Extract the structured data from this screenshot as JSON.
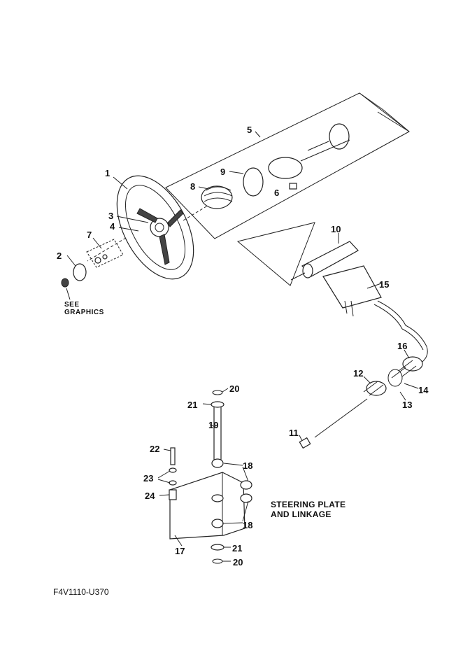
{
  "diagram": {
    "title": "STEERING PLATE AND LINKAGE",
    "title_lines": [
      "STEERING PLATE",
      "AND LINKAGE"
    ],
    "note_lines": [
      "SEE",
      "GRAPHICS"
    ],
    "drawing_code": "F4V1110-U370",
    "callouts": {
      "c1": "1",
      "c2": "2",
      "c3": "3",
      "c4": "4",
      "c5": "5",
      "c6": "6",
      "c7": "7",
      "c8": "8",
      "c9": "9",
      "c10": "10",
      "c11": "11",
      "c12": "12",
      "c13": "13",
      "c14": "14",
      "c15": "15",
      "c16": "16",
      "c17": "17",
      "c18a": "18",
      "c18b": "18",
      "c19": "19",
      "c20a": "20",
      "c20b": "20",
      "c21a": "21",
      "c21b": "21",
      "c22": "22",
      "c23": "23",
      "c24": "24"
    }
  }
}
